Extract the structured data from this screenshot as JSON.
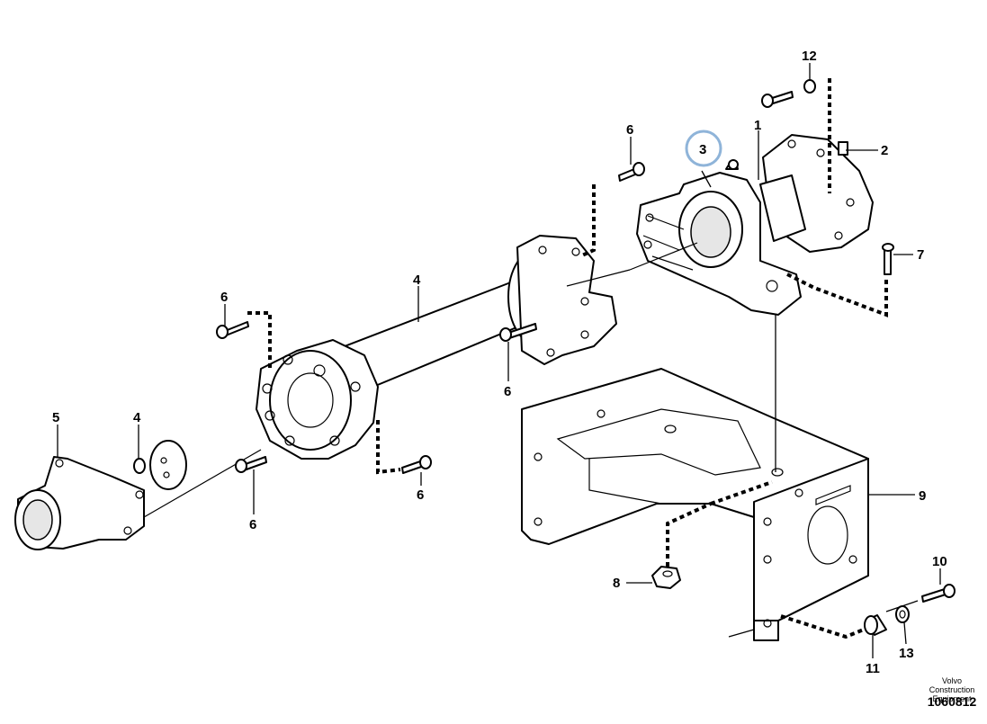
{
  "callouts": {
    "c1": "1",
    "c2": "2",
    "c3": "3",
    "c4a": "4",
    "c4b": "4",
    "c5": "5",
    "c6a": "6",
    "c6b": "6",
    "c6c": "6",
    "c6d": "6",
    "c6e": "6",
    "c7": "7",
    "c8": "8",
    "c9": "9",
    "c10": "10",
    "c11": "11",
    "c12": "12",
    "c13": "13"
  },
  "footer": {
    "brand": "Volvo Construction Equipment",
    "code": "1060812"
  },
  "highlight_color": "#8fb4d9"
}
